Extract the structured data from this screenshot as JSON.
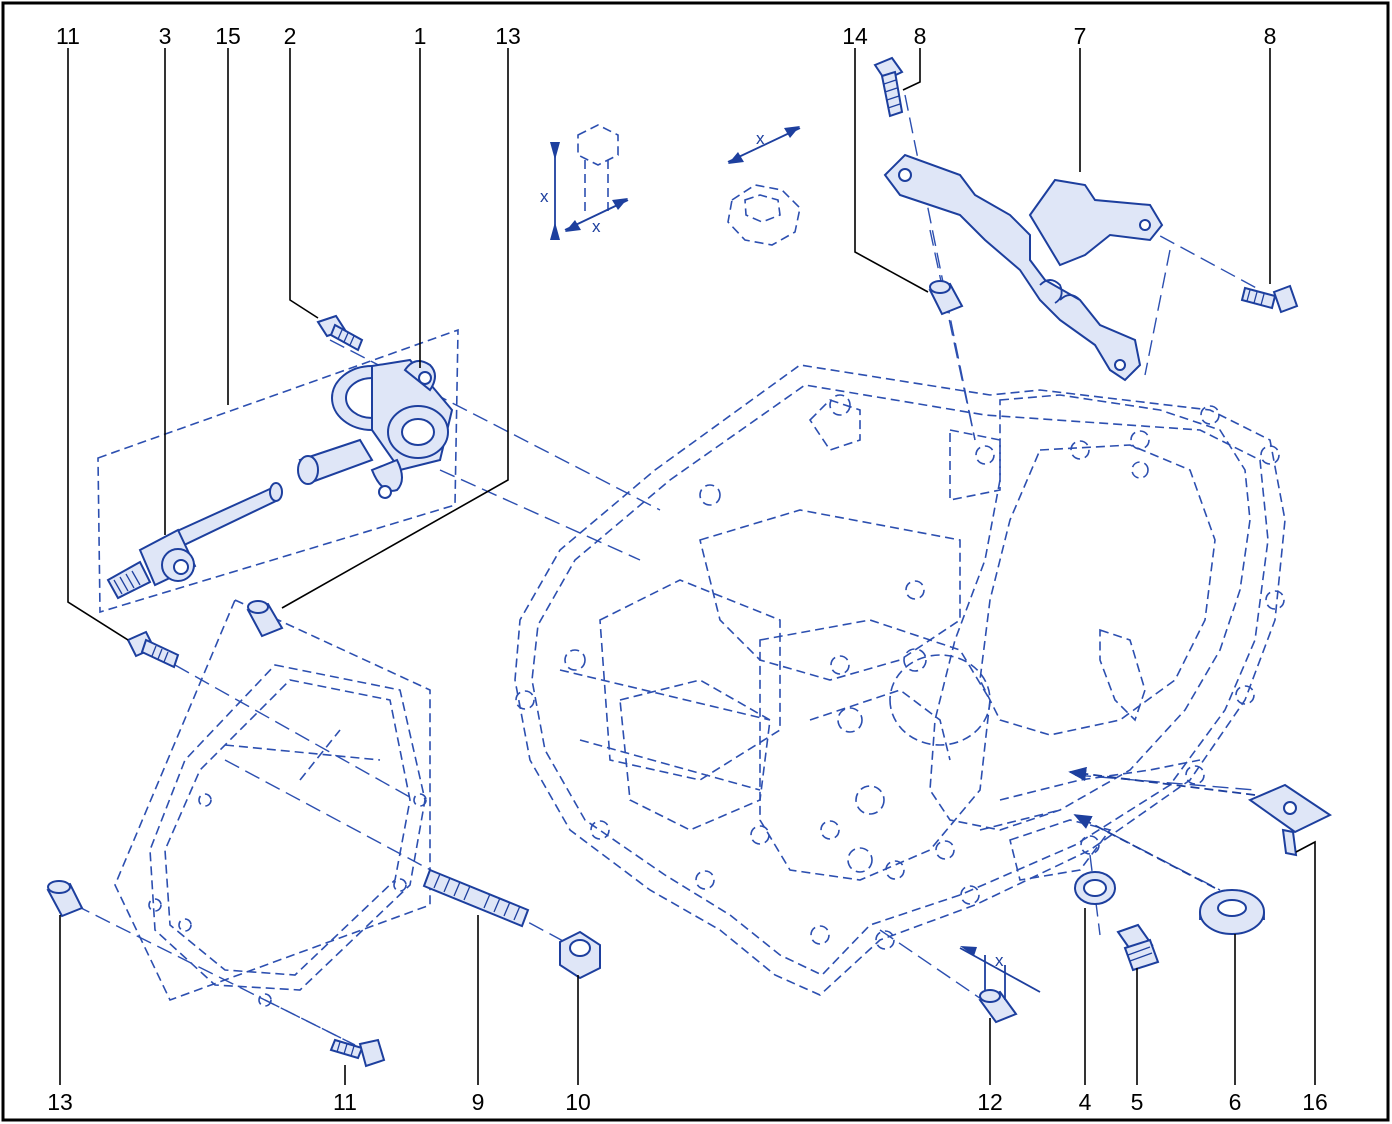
{
  "callouts": {
    "c11_top": "11",
    "c3": "3",
    "c15": "15",
    "c2": "2",
    "c1": "1",
    "c13_top": "13",
    "c14": "14",
    "c8_left": "8",
    "c7": "7",
    "c8_right": "8",
    "c13_bottom": "13",
    "c11_bottom": "11",
    "c9": "9",
    "c10": "10",
    "c12": "12",
    "c4": "4",
    "c5": "5",
    "c6": "6",
    "c16": "16"
  },
  "dimension_labels": {
    "bolt_length": "x",
    "bolt_diameter": "x",
    "nut_width": "x",
    "dowel_length": "x"
  },
  "colors": {
    "line_art": "#1d3f9e",
    "part_fill": "#dfe6f7",
    "callout_text": "#000000",
    "border": "#000000"
  }
}
